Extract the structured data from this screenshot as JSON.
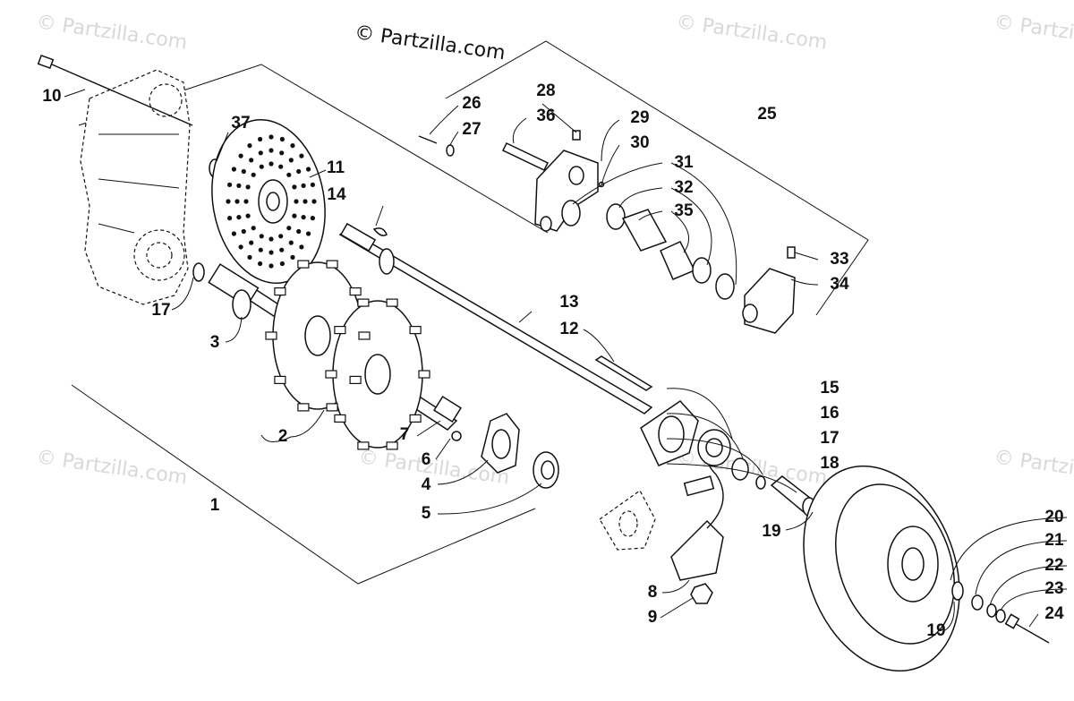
{
  "watermark": {
    "brand_text": "© Partzilla.com",
    "repeated_text": "© Partzilla.com"
  },
  "callouts": {
    "n1": "1",
    "n2": "2",
    "n3": "3",
    "n4": "4",
    "n5": "5",
    "n6": "6",
    "n7": "7",
    "n8": "8",
    "n9": "9",
    "n10": "10",
    "n11": "11",
    "n12": "12",
    "n13": "13",
    "n14": "14",
    "n15": "15",
    "n16": "16",
    "n17a": "17",
    "n17b": "17",
    "n18": "18",
    "n19a": "19",
    "n19b": "19",
    "n20": "20",
    "n21": "21",
    "n22": "22",
    "n23": "23",
    "n24": "24",
    "n25": "25",
    "n26": "26",
    "n27": "27",
    "n28": "28",
    "n29": "29",
    "n30": "30",
    "n31": "31",
    "n32": "32",
    "n33": "33",
    "n34": "34",
    "n35": "35",
    "n36": "36",
    "n37": "37"
  }
}
